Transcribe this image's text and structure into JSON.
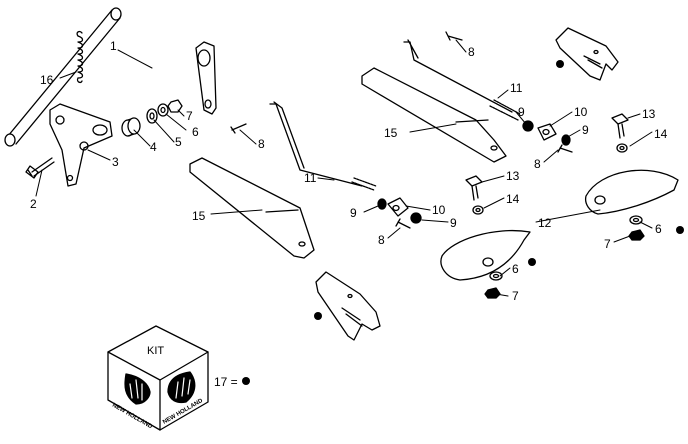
{
  "callouts": {
    "c1": "1",
    "c2": "2",
    "c3": "3",
    "c4": "4",
    "c5": "5",
    "c6a": "6",
    "c6b": "6",
    "c6c": "6",
    "c7a": "7",
    "c7b": "7",
    "c7c": "7",
    "c8a": "8",
    "c8b": "8",
    "c8c": "8",
    "c8d": "8",
    "c9a": "9",
    "c9b": "9",
    "c9c": "9",
    "c9d": "9",
    "c10a": "10",
    "c10b": "10",
    "c11a": "11",
    "c11b": "11",
    "c12": "12",
    "c13a": "13",
    "c13b": "13",
    "c14a": "14",
    "c14b": "14",
    "c15a": "15",
    "c15b": "15",
    "c16": "16"
  },
  "kit_box": {
    "label": "KIT",
    "brand_left": "NEW HOLLAND",
    "brand_right": "NEW HOLLAND"
  },
  "legend": {
    "text": "17 ="
  },
  "colors": {
    "line": "#000000",
    "background": "#ffffff"
  }
}
